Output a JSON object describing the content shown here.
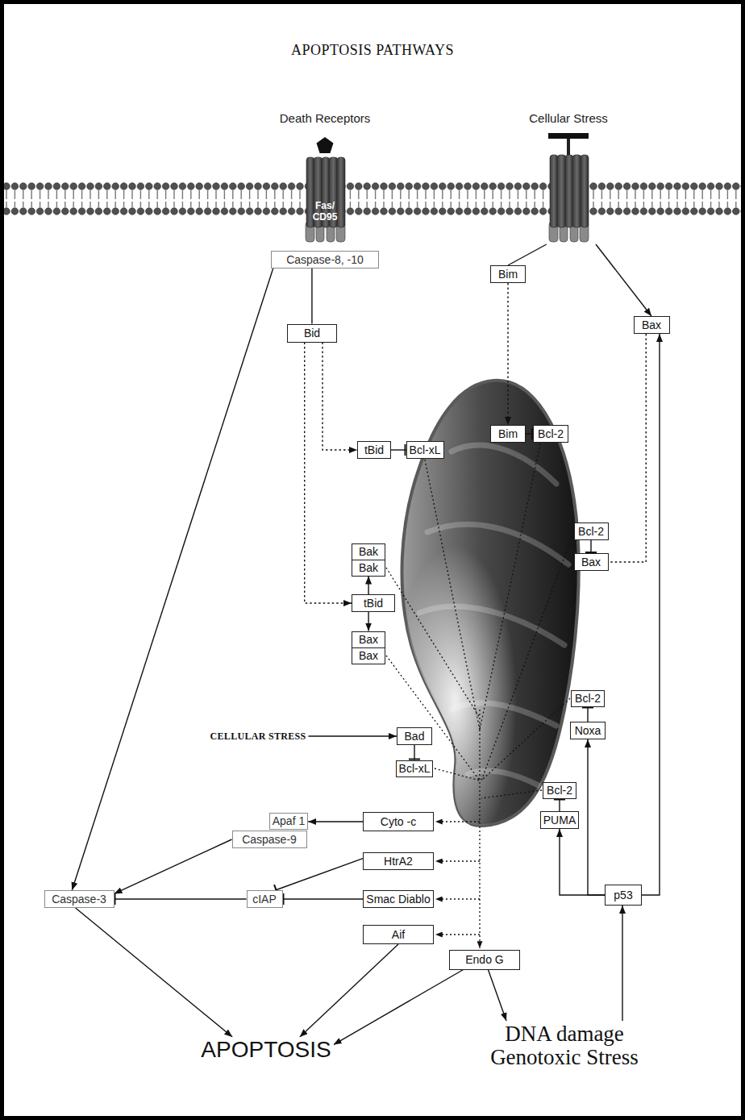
{
  "diagram": {
    "title": "APOPTOSIS PATHWAYS",
    "nodes": [
      {
        "text": [
          "Death Receptors",
          "Fas/ CD95"
        ]
      },
      {
        "text": [
          "Cellular Stress"
        ]
      },
      {
        "text": [
          "Caspase-8, -10"
        ]
      },
      {
        "text": [
          "Bim"
        ]
      },
      {
        "text": [
          "Bid"
        ]
      },
      {
        "text": [
          "Bax"
        ]
      },
      {
        "text": [
          "Bim"
        ]
      },
      {
        "text": [
          "Bcl-2"
        ]
      },
      {
        "text": [
          "tBid"
        ]
      },
      {
        "text": [
          "Bcl-xL"
        ]
      },
      {
        "text": [
          "Bcl-2"
        ]
      },
      {
        "text": [
          "Bax"
        ]
      },
      {
        "text": [
          "Bak"
        ]
      },
      {
        "text": [
          "Bak"
        ]
      },
      {
        "text": [
          "tBid"
        ]
      },
      {
        "text": [
          "Bax"
        ]
      },
      {
        "text": [
          "Bax"
        ]
      },
      {
        "text": [
          "Bcl-2"
        ]
      },
      {
        "text": [
          "Noxa"
        ]
      },
      {
        "text": [
          "CELLULAR STRESS"
        ]
      },
      {
        "text": [
          "Bad"
        ]
      },
      {
        "text": [
          "Bcl-xL"
        ]
      },
      {
        "text": [
          "Bcl-2"
        ]
      },
      {
        "text": [
          "PUMA"
        ]
      },
      {
        "text": [
          "Apaf 1"
        ]
      },
      {
        "text": [
          "Cyto -c"
        ]
      },
      {
        "text": [
          "Caspase-9"
        ]
      },
      {
        "text": [
          "HtrA2"
        ]
      },
      {
        "text": [
          "p53"
        ]
      },
      {
        "text": [
          "Caspase-3"
        ]
      },
      {
        "text": [
          "cIAP"
        ]
      },
      {
        "text": [
          "Smac Diablo"
        ]
      },
      {
        "text": [
          "Aif"
        ]
      },
      {
        "text": [
          "Endo G"
        ]
      },
      {
        "text": [
          "APOPTOSIS"
        ]
      },
      {
        "text": [
          "DNA damage Genotoxic Stress"
        ]
      }
    ],
    "edges": [
      {
        "from": 2,
        "to": 4,
        "arrow": "none"
      },
      {
        "from": 2,
        "to": 29,
        "arrow": "to"
      },
      {
        "from": 1,
        "to": 3,
        "arrow": "none"
      },
      {
        "from": 1,
        "to": 5,
        "arrow": "to"
      },
      {
        "from": 4,
        "to": 8,
        "arrow": "to"
      },
      {
        "from": 4,
        "to": 14,
        "arrow": "to"
      },
      {
        "from": 3,
        "to": 6,
        "arrow": "to"
      },
      {
        "from": 8,
        "to": 9,
        "arrow": "to"
      },
      {
        "from": 6,
        "to": 7,
        "arrow": "to"
      },
      {
        "from": 5,
        "to": 11,
        "arrow": "none"
      },
      {
        "from": 10,
        "to": 11,
        "arrow": "to"
      },
      {
        "from": 14,
        "to": 13,
        "arrow": "to"
      },
      {
        "from": 14,
        "to": 15,
        "arrow": "to"
      },
      {
        "from": 18,
        "to": 17,
        "arrow": "to"
      },
      {
        "from": 19,
        "to": 20,
        "arrow": "to"
      },
      {
        "from": 20,
        "to": 21,
        "arrow": "to"
      },
      {
        "from": 23,
        "to": 22,
        "arrow": "to"
      },
      {
        "from": 25,
        "to": 24,
        "arrow": "to"
      },
      {
        "from": 26,
        "to": 29,
        "arrow": "to"
      },
      {
        "from": 27,
        "to": 30,
        "arrow": "to"
      },
      {
        "from": 31,
        "to": 30,
        "arrow": "to"
      },
      {
        "from": 30,
        "to": 29,
        "arrow": "to"
      },
      {
        "from": 28,
        "to": 5,
        "arrow": "to"
      },
      {
        "from": 28,
        "to": 18,
        "arrow": "to"
      },
      {
        "from": 28,
        "to": 23,
        "arrow": "to"
      },
      {
        "from": 35,
        "to": 28,
        "arrow": "to"
      },
      {
        "from": 33,
        "to": 35,
        "arrow": "to"
      },
      {
        "from": 33,
        "to": 34,
        "arrow": "to"
      },
      {
        "from": 32,
        "to": 34,
        "arrow": "to"
      },
      {
        "from": 29,
        "to": 34,
        "arrow": "to"
      }
    ]
  }
}
